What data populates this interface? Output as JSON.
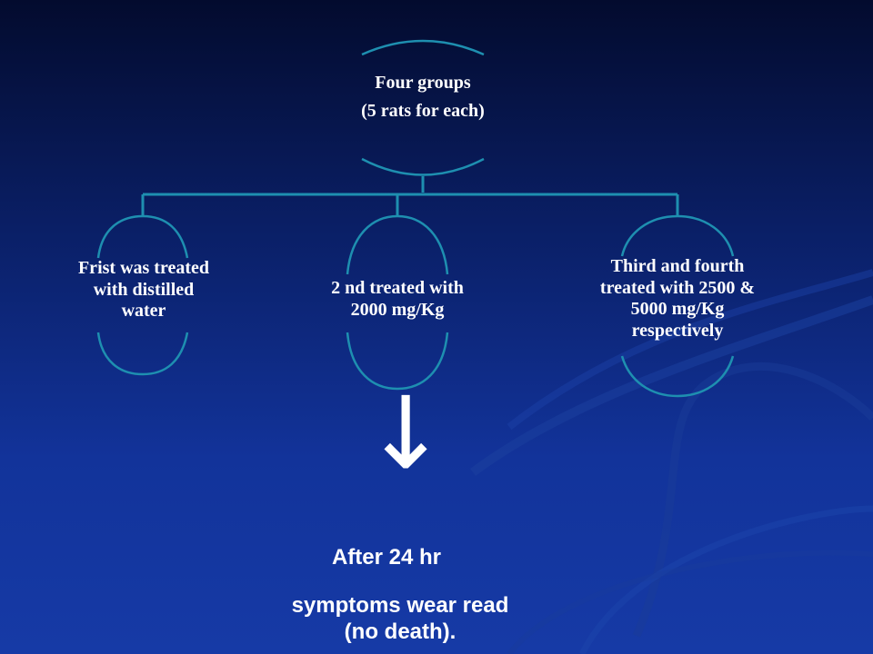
{
  "diagram": {
    "root": {
      "lines": [
        "Four groups",
        "(5 rats for each)"
      ]
    },
    "children": [
      {
        "lines": [
          "Frist was treated",
          "with distilled",
          "water"
        ]
      },
      {
        "lines": [
          "2 nd treated with",
          "2000 mg/Kg"
        ]
      },
      {
        "lines": [
          "Third and fourth",
          "treated with 2500 &",
          "5000 mg/Kg",
          "respectively"
        ]
      }
    ],
    "arrow_glyph": "↓"
  },
  "notes": {
    "line1": "After 24 hr",
    "line2": "symptoms wear read",
    "line3": "(no death)."
  },
  "colors": {
    "background_top": "#030b2e",
    "background_bottom": "#163aa6",
    "node_outline": "#1e8fb0",
    "text": "#ffffff"
  }
}
